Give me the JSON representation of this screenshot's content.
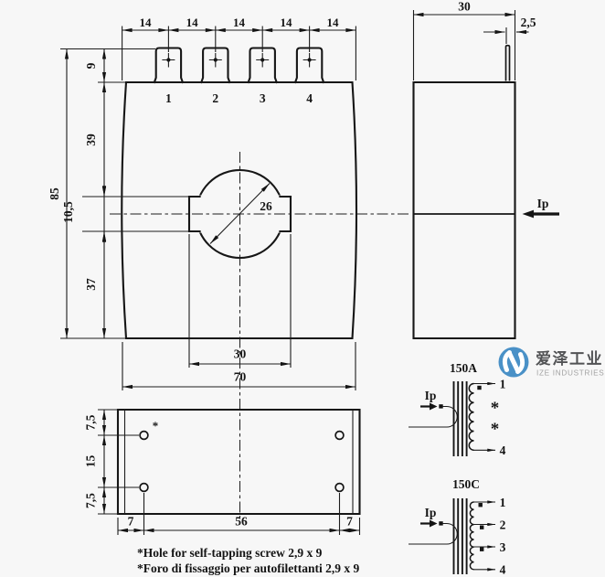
{
  "front_view": {
    "top_dims": [
      "14",
      "14",
      "14",
      "14",
      "14"
    ],
    "terminals": [
      "1",
      "2",
      "3",
      "4"
    ],
    "height_total": "85",
    "tab_height": "9",
    "upper": "39",
    "slot_height": "10,5",
    "lower": "37",
    "hole_diameter": "26",
    "slot_width": "30",
    "width_total": "70"
  },
  "side_view": {
    "depth": "30",
    "blade_offset": "2,5",
    "current_label": "Ip"
  },
  "bottom_view": {
    "side_dims": [
      "7,5",
      "15",
      "7,5"
    ],
    "bottom_dims": [
      "7",
      "56",
      "7"
    ],
    "screw_hole_mark": "*"
  },
  "notes": {
    "english": "*Hole for self-tapping screw 2,9 x 9",
    "italian": "*Foro di fissaggio per autofilettanti 2,9 x 9"
  },
  "schematic_150a": {
    "label": "150A",
    "current_label": "Ip",
    "terminal_top": "1",
    "terminal_bottom": "4",
    "tap_marks": [
      "*",
      "*"
    ]
  },
  "schematic_150c": {
    "label": "150C",
    "current_label": "Ip",
    "terminals": [
      "1",
      "2",
      "3",
      "4"
    ]
  },
  "logo": {
    "name_cn": "爱泽工业",
    "name_en": "IZE INDUSTRIES",
    "brand_color": "#4a91c7"
  }
}
